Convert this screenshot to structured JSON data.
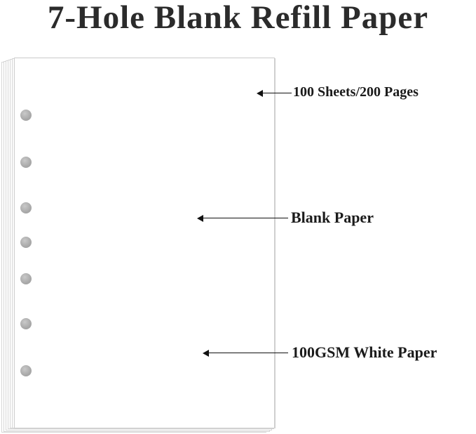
{
  "title": "7-Hole Blank Refill Paper",
  "paper": {
    "hole_count": 7
  },
  "callouts": [
    {
      "label": "100 Sheets/200 Pages"
    },
    {
      "label": "Blank Paper"
    },
    {
      "label": "100GSM White Paper"
    }
  ],
  "colors": {
    "title": "#2b2b2b",
    "label": "#1b1b1b",
    "hole": "#a9a9a9",
    "sheet_border": "#cfcfcf"
  }
}
